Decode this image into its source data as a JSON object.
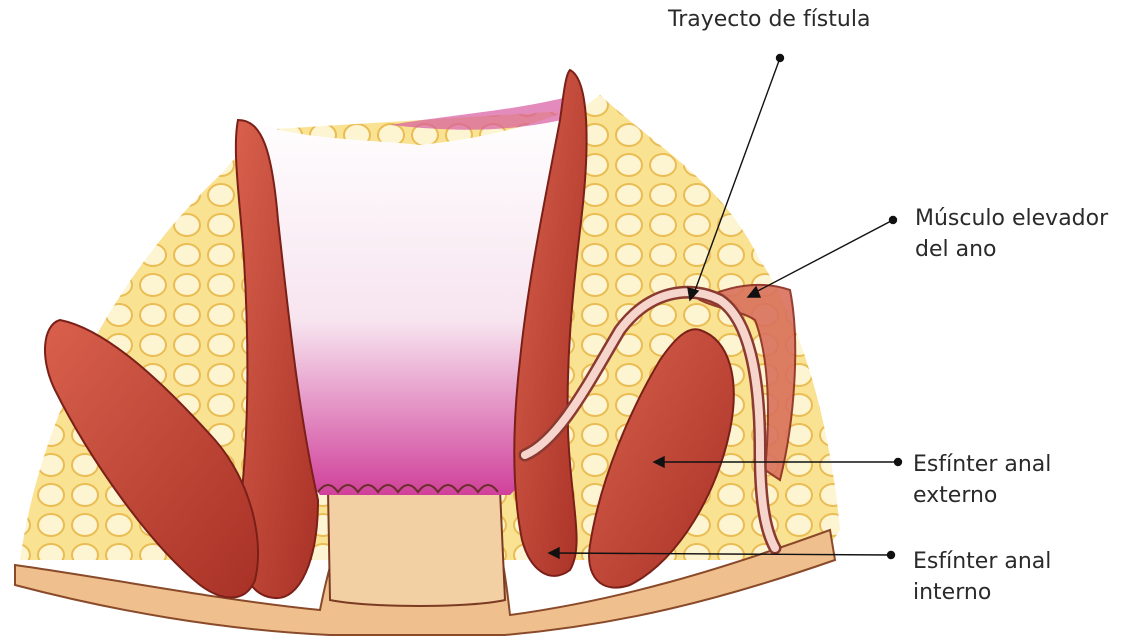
{
  "labels": {
    "fistula_tract": "Trayecto de fístula",
    "levator_muscle": {
      "line1": "Músculo elevador",
      "line2": "del ano"
    },
    "external_sphincter": {
      "line1": "Esfínter anal",
      "line2": "externo"
    },
    "internal_sphincter": {
      "line1": "Esfínter anal",
      "line2": "interno"
    }
  },
  "colors": {
    "fat_yellow": "#f6d86a",
    "fat_pale": "#fbeeb8",
    "muscle_red": "#c8483a",
    "muscle_dark": "#9a2a22",
    "mucosa_pink": "#d64a9a",
    "skin_tan": "#eab98a",
    "fistula_tube": "#f4cfc4",
    "leader_line": "#111111"
  }
}
